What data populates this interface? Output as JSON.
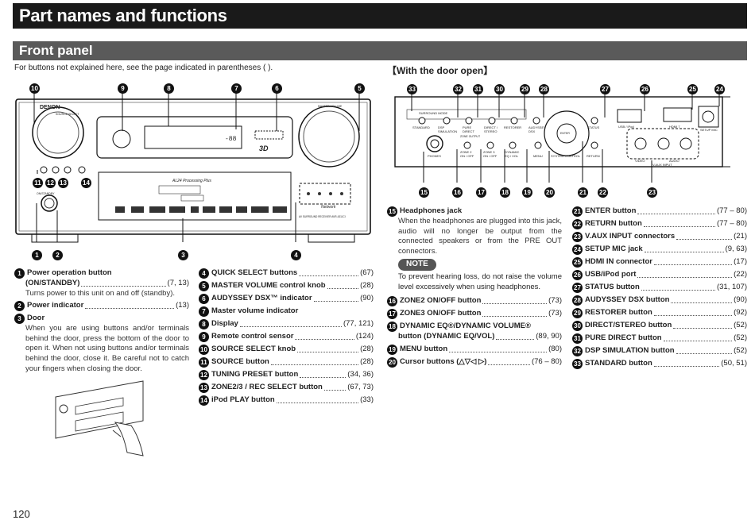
{
  "header": {
    "title": "Part names and functions",
    "section": "Front panel"
  },
  "intro": "For buttons not explained here, see the page indicated in parentheses ( ).",
  "door_title": "【With the door open】",
  "page_number": "120",
  "panel_labels": {
    "brand": "DENON",
    "source_select": "SOURCE SELECT",
    "master_volume": "MASTER VOLUME",
    "on_standby": "ON/STANDBY",
    "av_processing": "AL24 Processing Plus",
    "display_chars": "-88",
    "network": "Network",
    "model": "AV SURROUND RECEIVER AVR-4311CI",
    "threed": "3D"
  },
  "door_labels": {
    "surround_mode": "SURROUND MODE",
    "zone_output": "ZONE OUTPUT",
    "standard": "STANDARD",
    "dsp_simulation": "DSP SIMULATION",
    "pure_direct": "PURE DIRECT",
    "direct_stereo": "DIRECT / STEREO",
    "restorer": "RESTORER",
    "audyssey_dsx": "AUDYSSEY DSX",
    "status": "STATUS",
    "usb_ipod": "USB / iPod",
    "hdmi7": "HDMI 7",
    "setup_mic": "SETUP MIC",
    "phones": "PHONES",
    "zone2": "ZONE 2 ON / OFF",
    "zone3": "ZONE 3 ON / OFF",
    "dynamic": "DYNAMIC EQ / VOL",
    "menu": "MENU",
    "system_control": "SYSTEM CONTROL",
    "return": "RETURN",
    "vaux": "V.AUX INPUT",
    "video": "VIDEO",
    "audio": "AUDIO",
    "enter": "ENTER"
  },
  "top_callouts": [
    "10",
    "9",
    "8",
    "7",
    "6",
    "5"
  ],
  "bottom_callouts": [
    "1",
    "2",
    "3",
    "4"
  ],
  "small_callouts": [
    "11",
    "12",
    "13",
    "14"
  ],
  "door_top_callouts": [
    "33",
    "32",
    "31",
    "30",
    "29",
    "28",
    "27",
    "26",
    "25",
    "24"
  ],
  "door_bottom_callouts": [
    "15",
    "16",
    "17",
    "18",
    "19",
    "20",
    "21",
    "22",
    "23"
  ],
  "col1": [
    {
      "n": "1",
      "label": "Power operation button",
      "label2": "(ON/STANDBY)",
      "page": "(7, 13)",
      "desc": "Turns power to this unit on and off (standby)."
    },
    {
      "n": "2",
      "label": "Power indicator",
      "page": "(13)"
    },
    {
      "n": "3",
      "label": "Door",
      "desc": "When you are using buttons and/or terminals behind the door, press the bottom of the door to open it. When not using buttons and/or terminals behind the door, close it. Be careful not to catch your fingers when closing the door."
    }
  ],
  "col2": [
    {
      "n": "4",
      "label": "QUICK SELECT buttons",
      "page": "(67)"
    },
    {
      "n": "5",
      "label": "MASTER VOLUME control knob",
      "page": "(28)"
    },
    {
      "n": "6",
      "label": "AUDYSSEY DSX™ indicator",
      "page": "(90)"
    },
    {
      "n": "7",
      "label": "Master volume indicator",
      "page": ""
    },
    {
      "n": "8",
      "label": "Display",
      "page": "(77, 121)"
    },
    {
      "n": "9",
      "label": "Remote control sensor",
      "page": "(124)"
    },
    {
      "n": "10",
      "label": "SOURCE SELECT knob",
      "page": "(28)"
    },
    {
      "n": "11",
      "label": "SOURCE button",
      "page": "(28)"
    },
    {
      "n": "12",
      "label": "TUNING PRESET button",
      "page": "(34, 36)"
    },
    {
      "n": "13",
      "label": "ZONE2/3 / REC SELECT button",
      "page": "(67, 73)"
    },
    {
      "n": "14",
      "label": "iPod PLAY button",
      "page": "(33)"
    }
  ],
  "col3": {
    "headphones": {
      "n": "15",
      "label": "Headphones jack",
      "desc": "When the headphones are plugged into this jack, audio will no longer be output from the connected speakers or from the PRE OUT connectors."
    },
    "note_label": "NOTE",
    "note_text": "To prevent hearing loss, do not raise the volume level excessively when using headphones.",
    "items": [
      {
        "n": "16",
        "label": "ZONE2 ON/OFF button",
        "page": "(73)"
      },
      {
        "n": "17",
        "label": "ZONE3 ON/OFF button",
        "page": "(73)"
      },
      {
        "n": "18",
        "label": "DYNAMIC EQ®/DYNAMIC VOLUME®",
        "label2": "button (DYNAMIC EQ/VOL)",
        "page": "(89, 90)"
      },
      {
        "n": "19",
        "label": "MENU button",
        "page": "(80)"
      },
      {
        "n": "20",
        "label": "Cursor buttons (△▽◁ ▷)",
        "page": "(76 – 80)"
      }
    ]
  },
  "col4": [
    {
      "n": "21",
      "label": "ENTER button",
      "page": "(77 – 80)"
    },
    {
      "n": "22",
      "label": "RETURN button",
      "page": "(77 – 80)"
    },
    {
      "n": "23",
      "label": "V.AUX INPUT connectors",
      "page": "(21)"
    },
    {
      "n": "24",
      "label": "SETUP MIC jack",
      "page": "(9, 63)"
    },
    {
      "n": "25",
      "label": "HDMI IN connector",
      "page": "(17)"
    },
    {
      "n": "26",
      "label": "USB/iPod port",
      "page": "(22)"
    },
    {
      "n": "27",
      "label": "STATUS button",
      "page": "(31, 107)"
    },
    {
      "n": "28",
      "label": "AUDYSSEY DSX button",
      "page": "(90)"
    },
    {
      "n": "29",
      "label": "RESTORER button",
      "page": "(92)"
    },
    {
      "n": "30",
      "label": "DIRECT/STEREO button",
      "page": "(52)"
    },
    {
      "n": "31",
      "label": "PURE DIRECT button",
      "page": "(52)"
    },
    {
      "n": "32",
      "label": "DSP SIMULATION button",
      "page": "(52)"
    },
    {
      "n": "33",
      "label": "STANDARD button",
      "page": "(50, 51)"
    }
  ]
}
